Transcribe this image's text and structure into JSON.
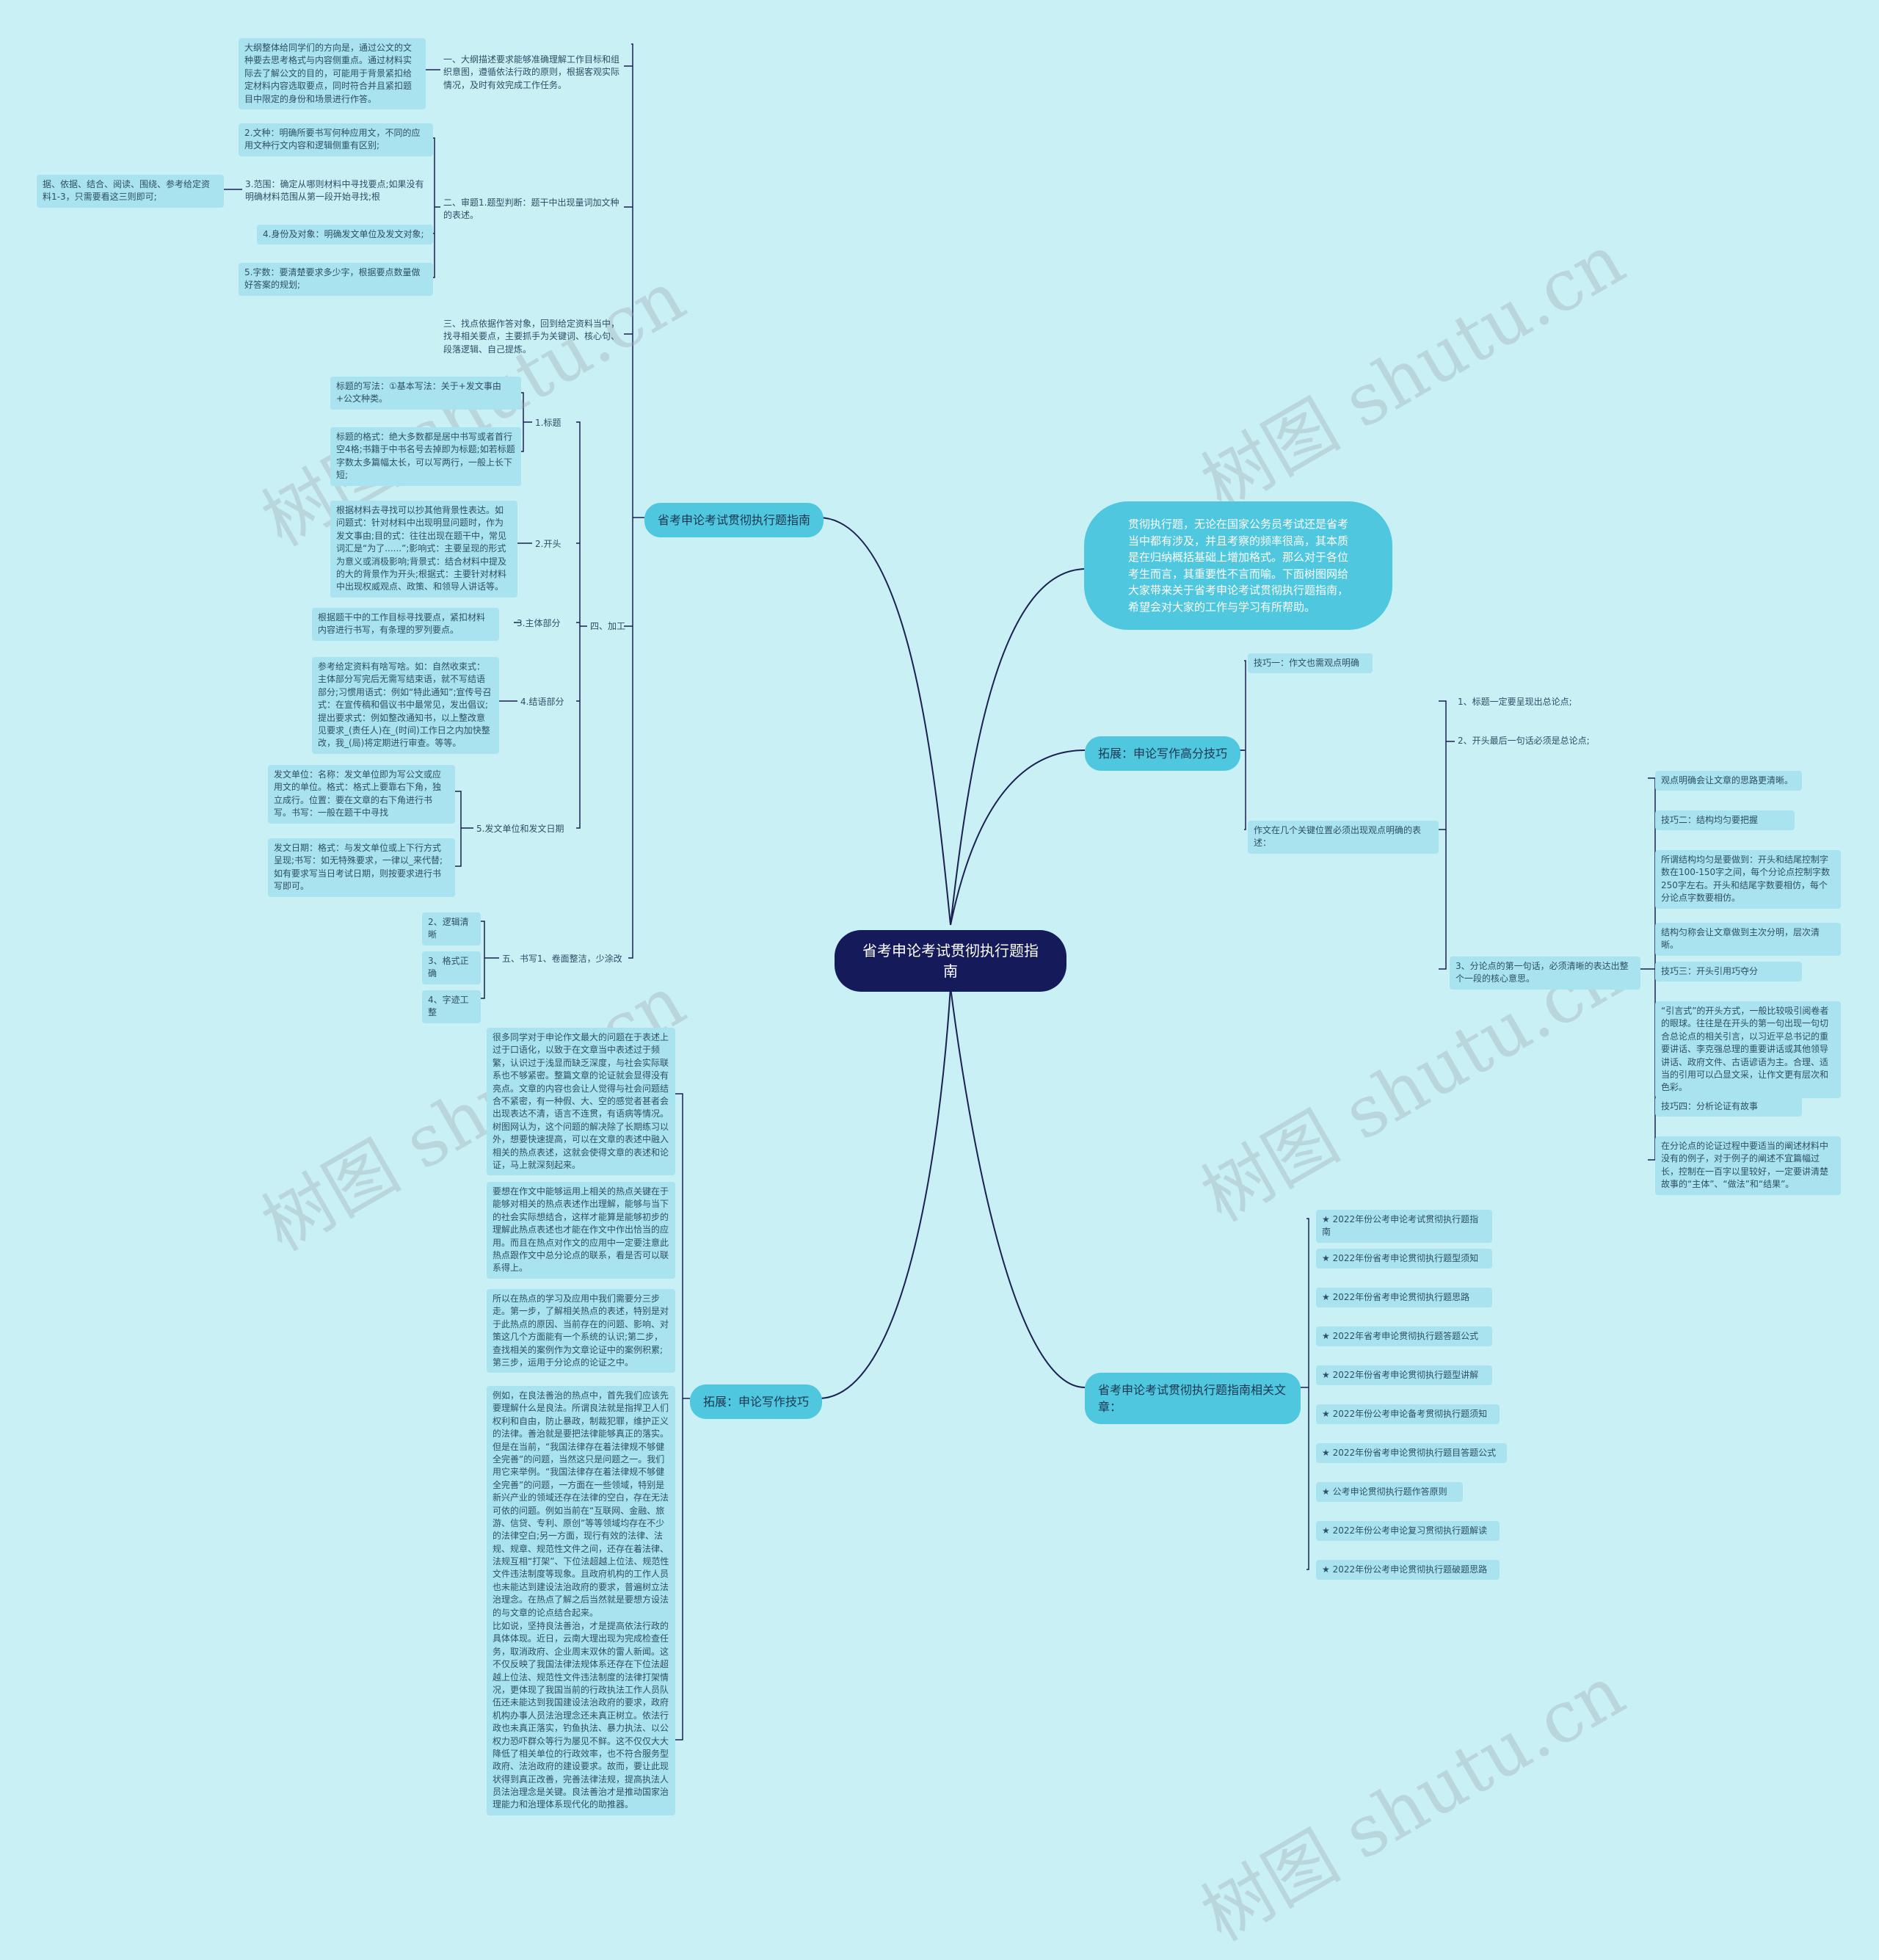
{
  "root": "省考申论考试贯彻执行题指南",
  "intro": "贯彻执行题，无论在国家公务员考试还是省考当中都有涉及，并且考察的频率很高，其本质是在归纳概括基础上增加格式。那么对于各位考生而言，其重要性不言而喻。下面树图网给大家带来关于省考申论考试贯彻执行题指南，希望会对大家的工作与学习有所帮助。",
  "b1": {
    "label": "省考申论考试贯彻执行题指南",
    "s1": {
      "label": "一、大纲描述要求能够准确理解工作目标和组织意图，遵循依法行政的原则，根据客观实际情况，及时有效完成工作任务。",
      "detail": "大纲整体给同学们的方向是，通过公文的文种要去思考格式与内容侧重点。通过材料实际去了解公文的目的，可能用于背景紧扣给定材料内容选取要点，同时符合并且紧扣题目中限定的身份和场景进行作答。"
    },
    "s2": {
      "label": "二、审题1.题型判断：题干中出现量词加文种的表述。",
      "c2": "2.文种：明确所要书写何种应用文，不同的应用文种行文内容和逻辑侧重有区别;",
      "c3": "3.范围：确定从哪则材料中寻找要点;如果没有明确材料范围从第一段开始寻找;根",
      "c3x": "据、依据、结合、阅读、围绕、参考给定资料1-3，只需要看这三则即可;",
      "c4": "4.身份及对象：明确发文单位及发文对象;",
      "c5": "5.字数：要清楚要求多少字，根据要点数量做好答案的规划;"
    },
    "s3": {
      "label": "三、找点依据作答对象，回到给定资料当中，找寻相关要点，主要抓手为关键词、核心句、段落逻辑、自己提炼。"
    },
    "s4": {
      "label": "四、加工",
      "t1": {
        "label": "1.标题",
        "a": "标题的写法：①基本写法：关于+发文事由+公文种类。",
        "b": "标题的格式：绝大多数都是居中书写或者首行空4格;书籍于中书名号去掉即为标题;如若标题字数太多篇幅太长，可以写两行，一般上长下短;"
      },
      "t2": {
        "label": "2.开头",
        "a": "根据材料去寻找可以抄其他背景性表达。如问题式：针对材料中出现明显问题时，作为发文事由;目的式：往往出现在题干中，常见词汇是“为了......”;影响式：主要呈现的形式为意义或消极影响;背景式：结合材料中提及的大的背景作为开头;根据式：主要针对材料中出现权威观点、政策、和领导人讲话等。"
      },
      "t3": {
        "label": "3.主体部分",
        "a": "根据题干中的工作目标寻找要点，紧扣材料内容进行书写，有条理的罗列要点。"
      },
      "t4": {
        "label": "4.结语部分",
        "a": "参考给定资料有啥写啥。如：自然收束式：主体部分写完后无需写结束语，就不写结语部分;习惯用语式：例如“特此通知”;宣传号召式：在宣传稿和倡议书中最常见，发出倡议;提出要求式：例如整改通知书，以上整改意见要求_(责任人)在_(时间)工作日之内加快整改，我_(局)将定期进行审查。等等。"
      },
      "t5": {
        "label": "5.发文单位和发文日期",
        "a": "发文单位：名称：发文单位即为写公文或应用文的单位。格式：格式上要靠右下角，独立成行。位置：要在文章的右下角进行书写。书写：一般在题干中寻找",
        "b": "发文日期：格式：与发文单位或上下行方式呈现;书写：如无特殊要求，一律以_来代替;如有要求写当日考试日期，则按要求进行书写即可。"
      }
    },
    "s5": {
      "label": "五、书写1、卷面整洁，少涂改",
      "a": "2、逻辑清晰",
      "b": "3、格式正确",
      "c": "4、字迹工整"
    }
  },
  "b2": {
    "label": "拓展：申论写作高分技巧",
    "tip1": "技巧一：作文也需观点明确",
    "sub": "作文在几个关键位置必须出现观点明确的表述：",
    "p1": "1、标题一定要呈现出总论点;",
    "p2": "2、开头最后一句话必须是总论点;",
    "p3": "3、分论点的第一句话，必须清晰的表达出整个一段的核心意思。",
    "r1": "观点明确会让文章的思路更清晰。",
    "r2": "技巧二：结构均匀要把握",
    "r3": "所谓结构均匀是要做到：开头和结尾控制字数在100-150字之间，每个分论点控制字数250字左右。开头和结尾字数要相仿，每个分论点字数要相仿。",
    "r4": "结构匀称会让文章做到主次分明，层次清晰。",
    "r5": "技巧三：开头引用巧夺分",
    "r6": "“引言式”的开头方式，一般比较吸引阅卷者的眼球。往往是在开头的第一句出现一句切合总论点的相关引言，以习近平总书记的重要讲话、李克强总理的重要讲话或其他领导讲话、政府文件、古语谚语为主。合理、适当的引用可以凸显文采，让作文更有层次和色彩。",
    "r7": "技巧四：分析论证有故事",
    "r8": "在分论点的论证过程中要适当的阐述材料中没有的例子，对于例子的阐述不宜篇幅过长，控制在一百字以里较好，一定要讲清楚故事的“主体”、“做法”和“结果”。"
  },
  "b3": {
    "label": "省考申论考试贯彻执行题指南相关文章：",
    "items": [
      "★ 2022年份公考申论考试贯彻执行题指南",
      "★ 2022年份省考申论贯彻执行题型须知",
      "★ 2022年份省考申论贯彻执行题思路",
      "★ 2022年省考申论贯彻执行题答题公式",
      "★ 2022年份省考申论贯彻执行题型讲解",
      "★ 2022年份公考申论备考贯彻执行题须知",
      "★ 2022年份省考申论贯彻执行题目答题公式",
      "★ 公考申论贯彻执行题作答原则",
      "★ 2022年份公考申论复习贯彻执行题解读",
      "★ 2022年份公考申论贯彻执行题破题思路"
    ]
  },
  "b4": {
    "label": "拓展：申论写作技巧",
    "t1": "很多同学对于申论作文最大的问题在于表述上过于口语化，以致于在文章当中表述过于频繁，认识过于浅显而缺乏深度，与社会实际联系也不够紧密。整篇文章的论证就会显得没有亮点。文章的内容也会让人觉得与社会问题结合不紧密，有一种假、大、空的感觉者甚者会出现表达不清，语言不连贯，有语病等情况。树图网认为，这个问题的解决除了长期练习以外，想要快速提高，可以在文章的表述中融入相关的热点表述，这就会使得文章的表述和论证，马上就深刻起来。",
    "t2": "要想在作文中能够运用上相关的热点关键在于能够对相关的热点表述作出理解，能够与当下的社会实际想结合，这样才能算是能够初步的理解此热点表述也才能在作文中作出恰当的应用。而且在热点对作文的应用中一定要注意此热点跟作文中总分论点的联系，看是否可以联系得上。",
    "t3": "所以在热点的学习及应用中我们需要分三步走。第一步，了解相关热点的表述，特别是对于此热点的原因、当前存在的问题、影响、对策这几个方面能有一个系统的认识;第二步，查找相关的案例作为文章论证中的案例积累;第三步，运用于分论点的论证之中。",
    "t4": "例如，在良法善治的热点中，首先我们应该先要理解什么是良法。所谓良法就是指捍卫人们权利和自由，防止暴政，制裁犯罪，维护正义的法律。善治就是要把法律能够真正的落实。但是在当前，“我国法律存在着法律规不够健全完善”的问题，当然这只是问题之一。我们用它来举例。“我国法律存在着法律规不够健全完善”的问题，一方面在一些领域，特别是新兴产业的领域还存在法律的空白，存在无法可依的问题。例如当前在“互联网、金融、旅游、信贷、专利、原创”等等领域均存在不少的法律空白;另一方面，现行有效的法律、法规、规章、规范性文件之间，还存在着法律、法规互相“打架”、下位法超越上位法、规范性文件违法制度等现象。且政府机构的工作人员也未能达到建设法治政府的要求，普遍树立法治理念。在热点了解之后当然就是要想方设法的与文章的论点结合起来。",
    "t5": "比如说，坚持良法善治，才是提高依法行政的具体体现。近日，云南大理出现为完成检查任务，取消政府、企业周末双休的雷人新闻。这不仅反映了我国法律法规体系还存在下位法超越上位法、规范性文件违法制度的法律打架情况，更体现了我国当前的行政执法工作人员队伍还未能达到我国建设法治政府的要求，政府机构办事人员法治理念还未真正树立。依法行政也未真正落实，钓鱼执法、暴力执法、以公权力恐吓群众等行为屡见不鲜。这不仅仅大大降低了相关单位的行政效率，也不符合服务型政府、法治政府的建设要求。故而，要让此现状得到真正改善，完善法律法规，提高执法人员法治理念是关键。良法善治才是推动国家治理能力和治理体系现代化的助推器。"
  },
  "watermark": "树图 shutu.cn"
}
